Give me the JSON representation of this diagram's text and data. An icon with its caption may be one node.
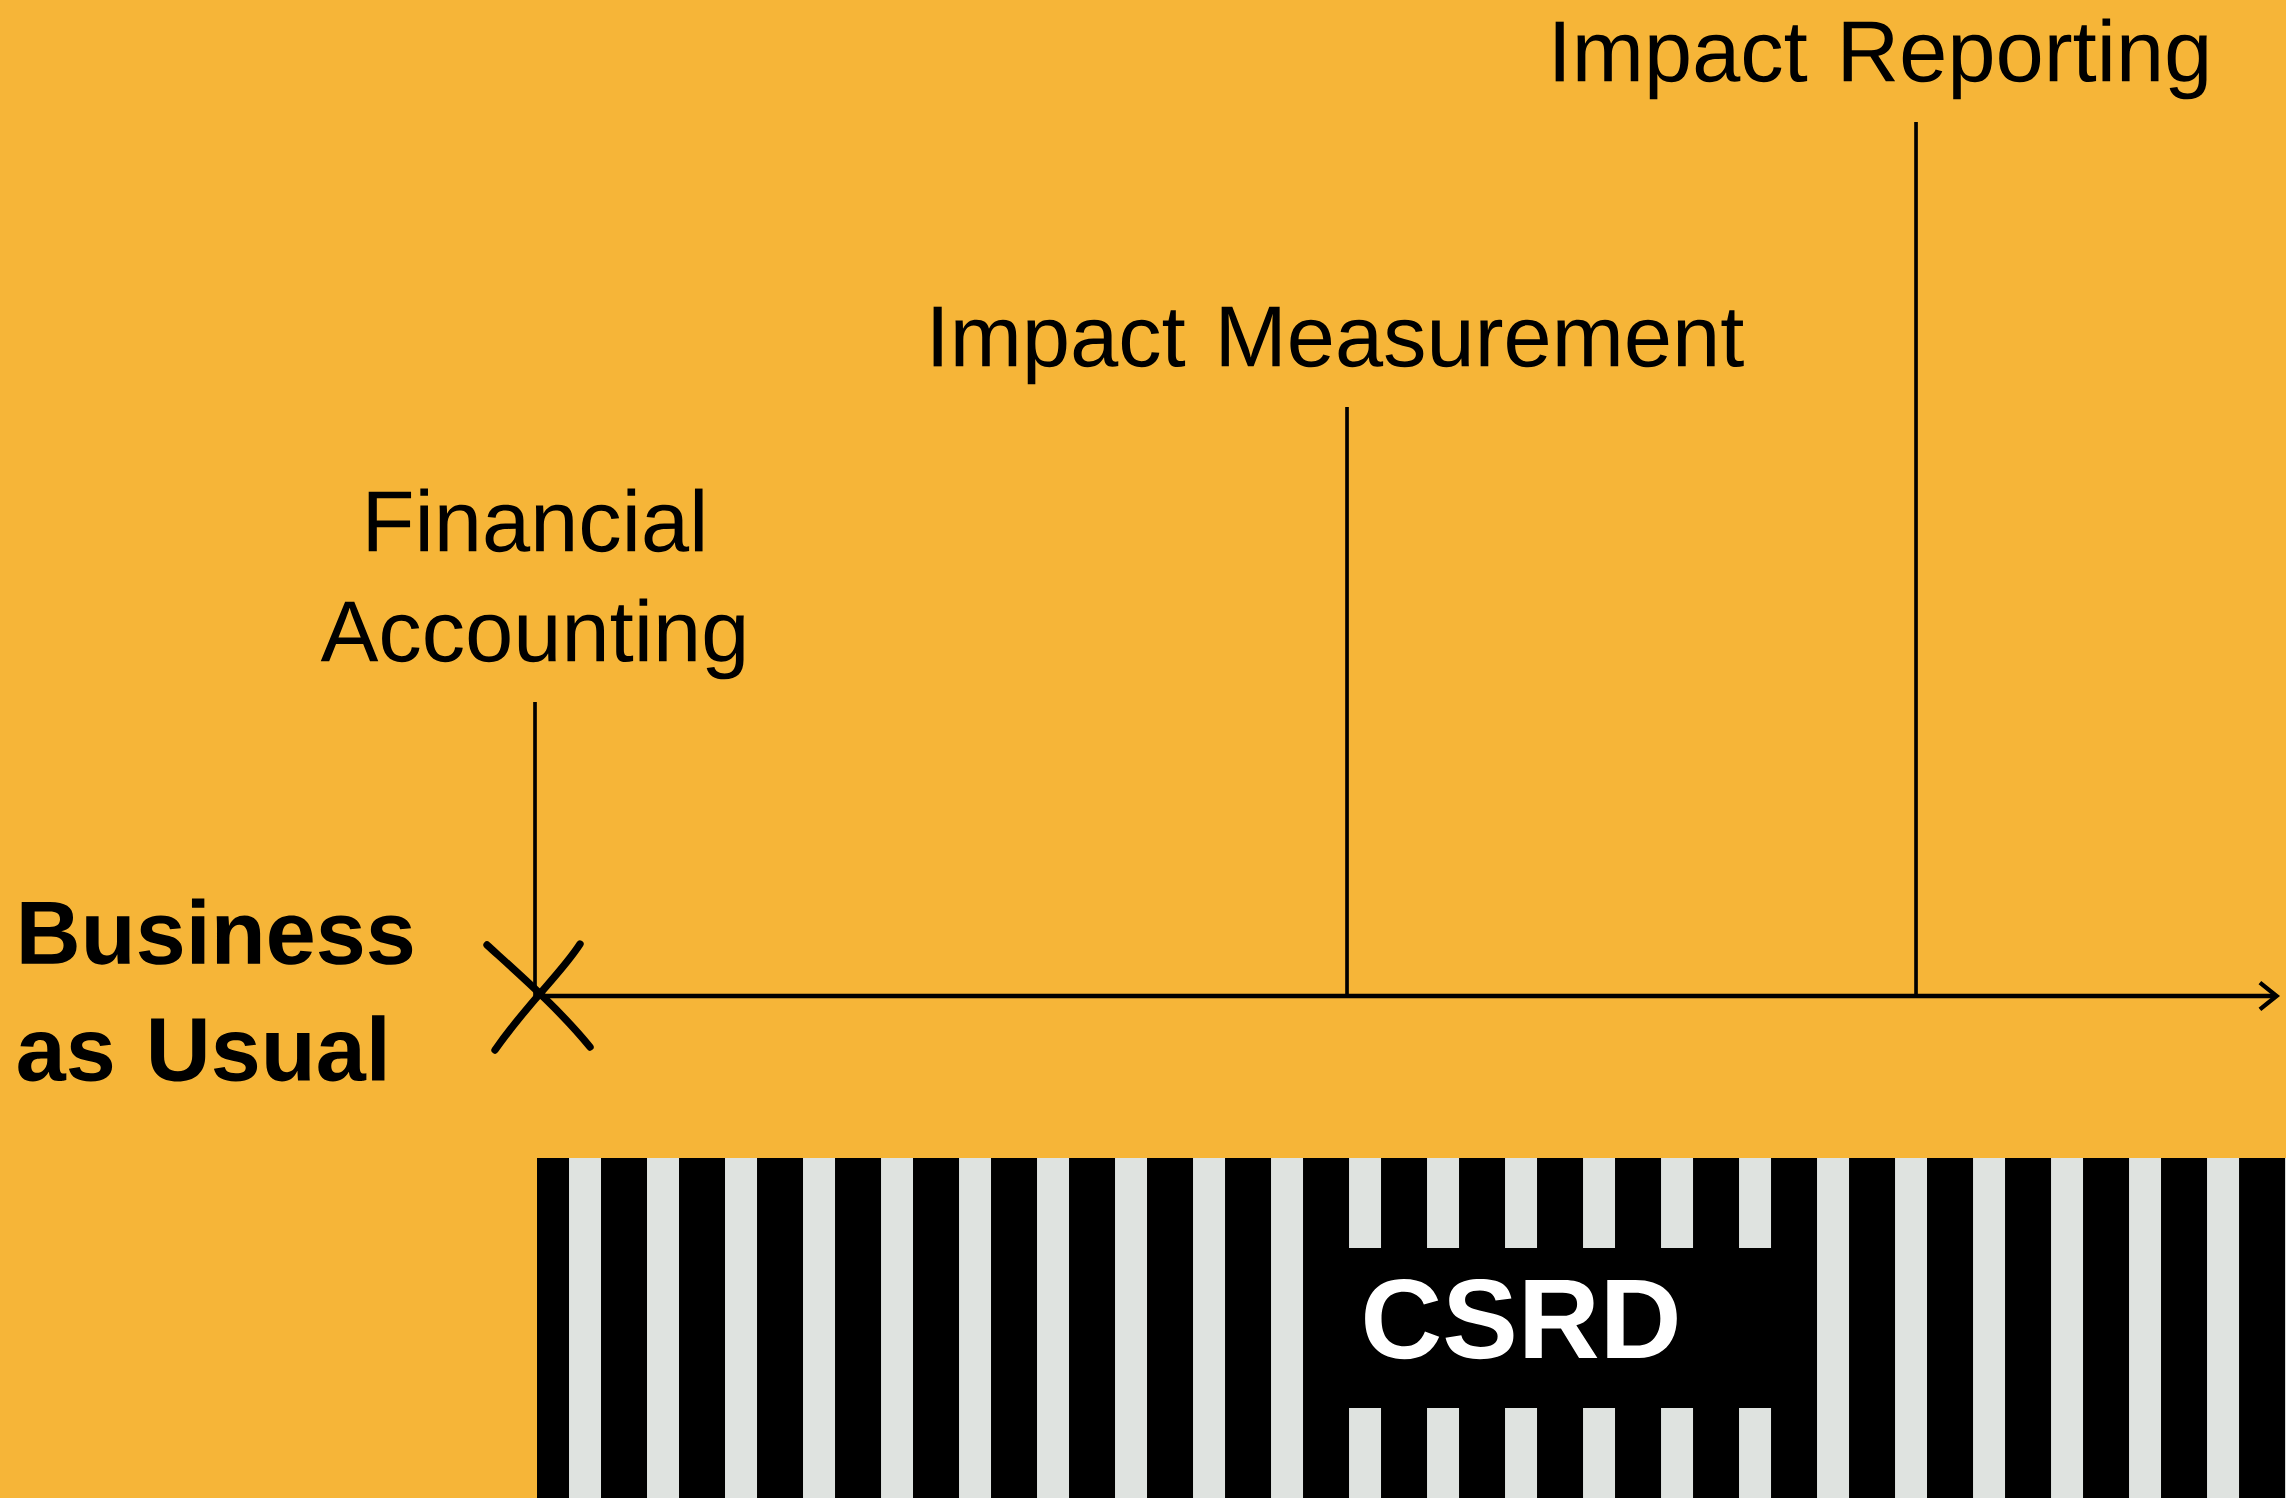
{
  "diagram": {
    "nodes": [
      {
        "text": [
          "Financial Accounting"
        ]
      },
      {
        "text": [
          "Impact Measurement"
        ]
      },
      {
        "text": [
          "Impact Reporting"
        ]
      },
      {
        "text": [
          "Business as Usual"
        ]
      },
      {
        "text": [
          "CSRD"
        ]
      }
    ],
    "edges": [
      {
        "from": 0,
        "to": null,
        "arrow": "none"
      },
      {
        "from": 1,
        "to": null,
        "arrow": "none"
      },
      {
        "from": 2,
        "to": null,
        "arrow": "none"
      }
    ]
  }
}
